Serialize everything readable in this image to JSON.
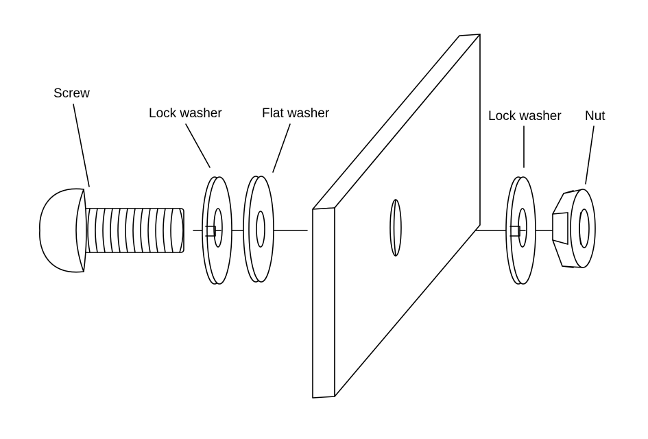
{
  "diagram": {
    "labels": {
      "screw": "Screw",
      "lock_washer_left": "Lock washer",
      "flat_washer": "Flat washer",
      "lock_washer_right": "Lock washer",
      "nut": "Nut"
    },
    "colors": {
      "line": "#000000",
      "background": "#ffffff"
    }
  }
}
